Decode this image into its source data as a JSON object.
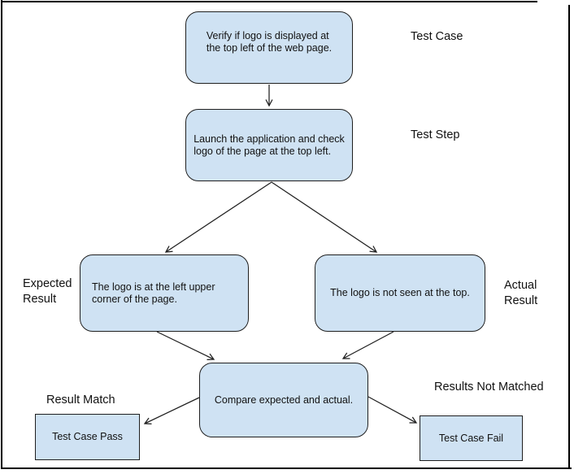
{
  "diagram": {
    "nodes": [
      {
        "id": "test-case",
        "shape": "rounded",
        "lines": [
          "Verify if logo is displayed at",
          "the top left of the web page."
        ]
      },
      {
        "id": "test-step",
        "shape": "rounded",
        "lines": [
          "Launch the application and check",
          "logo of the page at the top left."
        ]
      },
      {
        "id": "expected-result",
        "shape": "rounded",
        "lines": [
          "The logo is at the left upper",
          "corner of the page."
        ]
      },
      {
        "id": "actual-result",
        "shape": "rounded",
        "lines": [
          "The logo is not seen at the top."
        ]
      },
      {
        "id": "compare",
        "shape": "rounded",
        "lines": [
          "Compare expected and actual."
        ]
      },
      {
        "id": "pass",
        "shape": "rect",
        "lines": [
          "Test Case Pass"
        ]
      },
      {
        "id": "fail",
        "shape": "rect",
        "lines": [
          "Test Case Fail"
        ]
      }
    ],
    "labels": [
      {
        "id": "test-case-label",
        "lines": [
          "Test Case"
        ]
      },
      {
        "id": "test-step-label",
        "lines": [
          "Test Step"
        ]
      },
      {
        "id": "expected-result-label",
        "lines": [
          "Expected",
          "Result"
        ]
      },
      {
        "id": "actual-result-label",
        "lines": [
          "Actual",
          "Result"
        ]
      },
      {
        "id": "result-match-label",
        "lines": [
          "Result Match"
        ]
      },
      {
        "id": "results-not-matched-label",
        "lines": [
          "Results Not Matched"
        ]
      }
    ]
  },
  "colors": {
    "node_fill": "#cfe2f3",
    "node_border": "#1f1f1f",
    "arrow": "#1f1f1f",
    "frame": "#000000",
    "background": "#ffffff",
    "text": "#111111"
  }
}
